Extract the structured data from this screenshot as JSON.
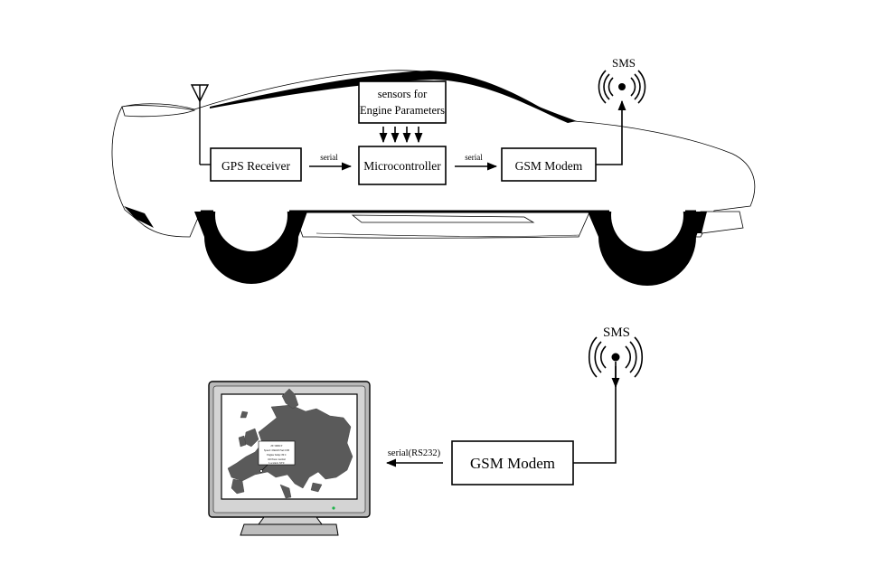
{
  "car": {
    "sms_label": "SMS",
    "sensors_line1": "sensors for",
    "sensors_line2": "Engine Parameters",
    "gps_label": "GPS Receiver",
    "serial1_label": "serial",
    "micro_label": "Microcontroller",
    "serial2_label": "serial",
    "gsm_label": "GSM Modem"
  },
  "base": {
    "sms_label": "SMS",
    "gsm_label": "GSM Modem",
    "serial_label": "serial(RS232)"
  },
  "monitor": {
    "popup_lines": [
      "ZE 5000CT",
      "Speed: 10km/h Fuel 100l",
      "Engine Temp: 80 C",
      "Oil Press: normal",
      "Location: XYZ"
    ]
  }
}
